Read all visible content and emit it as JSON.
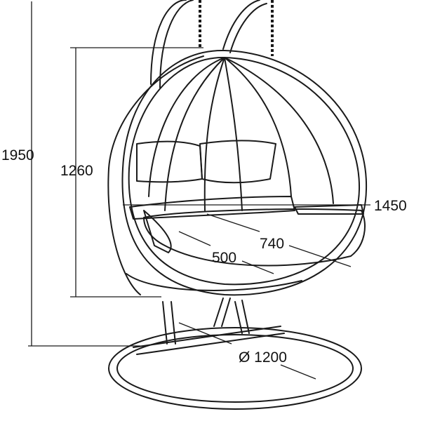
{
  "title": "Hanging double egg chair dimensions",
  "dimensions": {
    "total_height": "1950",
    "seat_height": "1260",
    "width": "1450",
    "seat_width": "740",
    "seat_depth": "500",
    "base_diameter": "Ø 1200"
  },
  "colors": {
    "line": "#1a1a1a",
    "background": "#ffffff"
  }
}
